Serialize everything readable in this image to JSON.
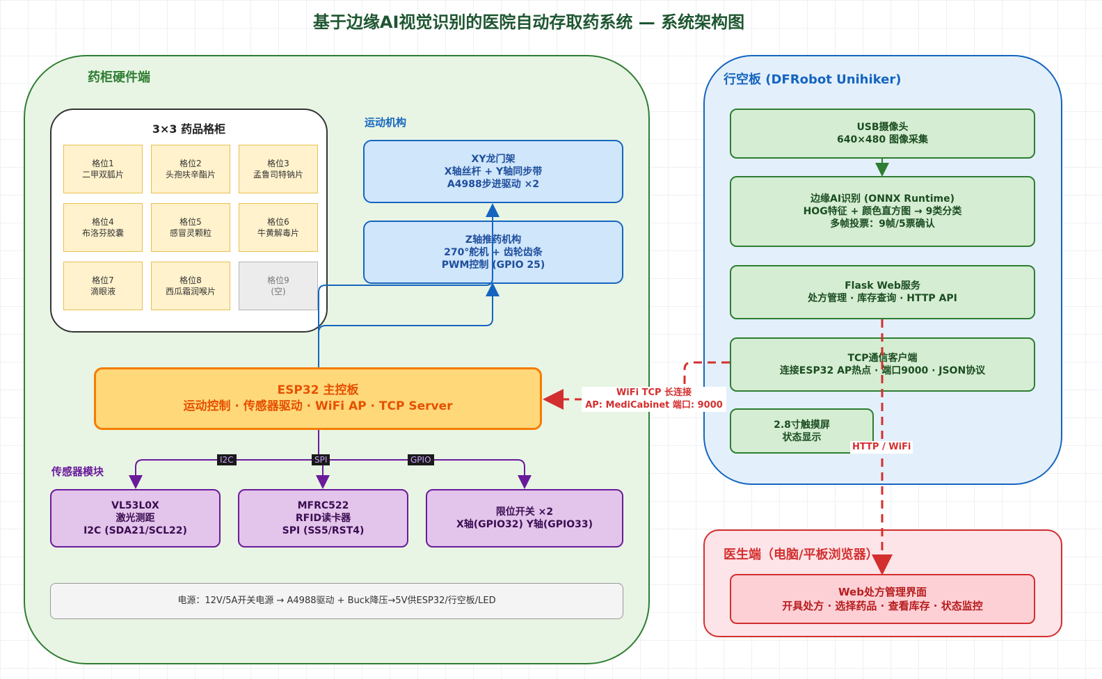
{
  "title": "基于边缘AI视觉识别的医院自动存取药系统 — 系统架构图",
  "cabinet_region": {
    "title": "药柜硬件端",
    "grid": {
      "title": "3×3 药品格柜",
      "cells": [
        {
          "slot": "格位1",
          "name": "二甲双胍片"
        },
        {
          "slot": "格位2",
          "name": "头孢呋辛酯片"
        },
        {
          "slot": "格位3",
          "name": "孟鲁司特钠片"
        },
        {
          "slot": "格位4",
          "name": "布洛芬胶囊"
        },
        {
          "slot": "格位5",
          "name": "感冒灵颗粒"
        },
        {
          "slot": "格位6",
          "name": "牛黄解毒片"
        },
        {
          "slot": "格位7",
          "name": "滴眼液"
        },
        {
          "slot": "格位8",
          "name": "西瓜霜润喉片"
        },
        {
          "slot": "格位9",
          "name": "(空)"
        }
      ]
    },
    "motion": {
      "label": "运动机构",
      "xy": {
        "l1": "XY龙门架",
        "l2": "X轴丝杆 + Y轴同步带",
        "l3": "A4988步进驱动 ×2"
      },
      "z": {
        "l1": "Z轴推药机构",
        "l2": "270°舵机 + 齿轮齿条",
        "l3": "PWM控制 (GPIO 25)"
      }
    },
    "esp32": {
      "l1": "ESP32 主控板",
      "l2": "运动控制 · 传感器驱动 · WiFi AP · TCP Server"
    },
    "sensors": {
      "label": "传感器模块",
      "bus_labels": [
        "I2C",
        "SPI",
        "GPIO"
      ],
      "items": [
        {
          "l1": "VL53L0X",
          "l2": "激光测距",
          "l3": "I2C (SDA21/SCL22)"
        },
        {
          "l1": "MFRC522",
          "l2": "RFID读卡器",
          "l3": "SPI (SS5/RST4)"
        },
        {
          "l1": "限位开关 ×2",
          "l2": "X轴(GPIO32) Y轴(GPIO33)"
        }
      ]
    },
    "power": "电源：12V/5A开关电源 → A4988驱动 + Buck降压→5V供ESP32/行空板/LED"
  },
  "unihiker_region": {
    "title": "行空板 (DFRobot Unihiker)",
    "camera": {
      "l1": "USB摄像头",
      "l2": "640×480 图像采集"
    },
    "ai": {
      "l1": "边缘AI识别 (ONNX Runtime)",
      "l2": "HOG特征 + 颜色直方图 → 9类分类",
      "l3": "多帧投票：9帧/5票确认"
    },
    "flask": {
      "l1": "Flask Web服务",
      "l2": "处方管理 · 库存查询 · HTTP API"
    },
    "tcp": {
      "l1": "TCP通信客户端",
      "l2": "连接ESP32 AP热点 · 端口9000 · JSON协议"
    },
    "screen": {
      "l1": "2.8寸触摸屏",
      "l2": "状态显示"
    }
  },
  "doctor_region": {
    "title": "医生端（电脑/平板浏览器）",
    "web": {
      "l1": "Web处方管理界面",
      "l2": "开具处方 · 选择药品 · 查看库存 · 状态监控"
    }
  },
  "links": {
    "wifi_tcp": {
      "l1": "WiFi TCP 长连接",
      "l2": "AP: MediCabinet 端口: 9000"
    },
    "http": "HTTP / WiFi"
  },
  "colors": {
    "cabinet": "#2e7d32",
    "unihiker": "#1565c0",
    "doctor": "#d32f2f",
    "esp32": "#f57c00",
    "sensor": "#6a1b9a"
  }
}
